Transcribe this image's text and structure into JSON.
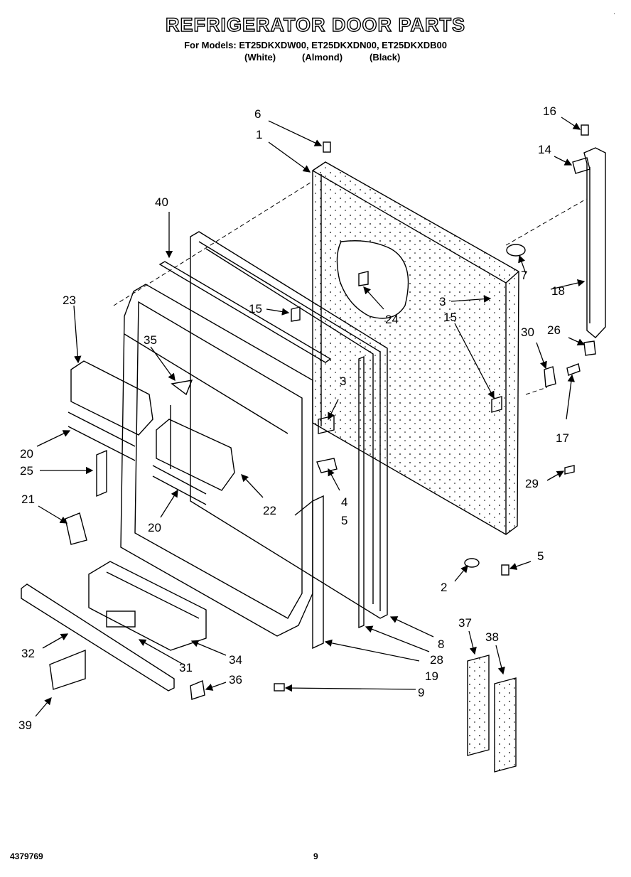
{
  "title": "REFRIGERATOR DOOR PARTS",
  "models_line": "For Models: ET25DKXDW00, ET25DKXDN00, ET25DKXDB00",
  "colors": [
    "(White)",
    "(Almond)",
    "(Black)"
  ],
  "doc_number": "4379769",
  "page_number": "9",
  "corner_mark": "·",
  "callouts": [
    "1",
    "2",
    "3",
    "3",
    "4",
    "5",
    "5",
    "6",
    "7",
    "8",
    "9",
    "14",
    "15",
    "15",
    "16",
    "17",
    "18",
    "19",
    "20",
    "20",
    "21",
    "22",
    "23",
    "24",
    "25",
    "26",
    "28",
    "29",
    "30",
    "31",
    "32",
    "34",
    "35",
    "36",
    "37",
    "38",
    "39",
    "40"
  ]
}
